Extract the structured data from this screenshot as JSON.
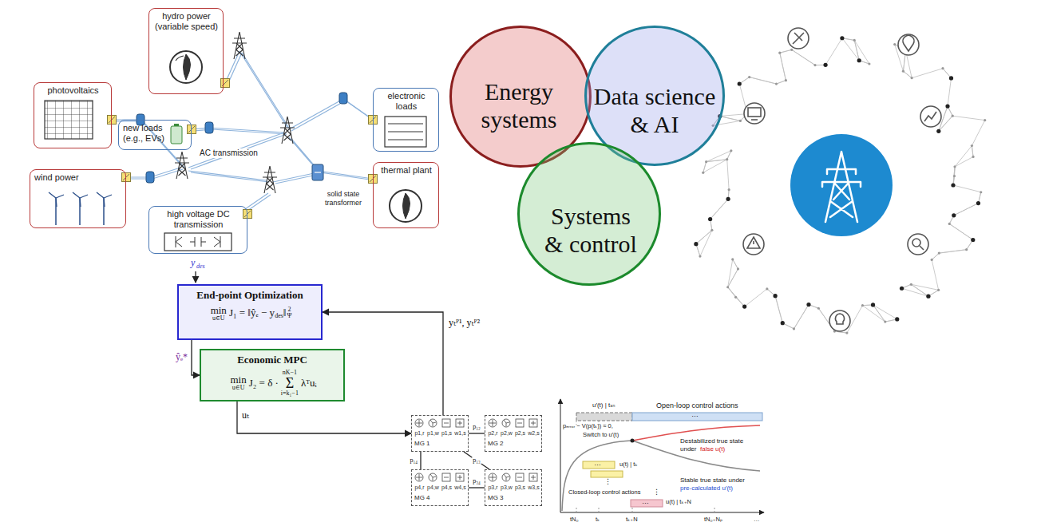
{
  "diagram": {
    "nodes": [
      {
        "text": [
          "hydro power (variable speed)"
        ]
      },
      {
        "text": [
          "photovoltaics"
        ]
      },
      {
        "text": [
          "new loads (e.g., EVs)"
        ]
      },
      {
        "text": [
          "electronic loads"
        ]
      },
      {
        "text": [
          "thermal plant"
        ]
      },
      {
        "text": [
          "wind power"
        ]
      },
      {
        "text": [
          "high voltage DC transmission"
        ]
      },
      {
        "text": [
          "Energy systems"
        ]
      },
      {
        "text": [
          "Data science & AI"
        ]
      },
      {
        "text": [
          "Systems & control"
        ]
      },
      {
        "text": [
          "End-point Optimization",
          "min",
          "u∈U",
          "J₁ = ‖ŷₑ − y",
          "des",
          "‖",
          "2",
          "Ψ"
        ]
      },
      {
        "text": [
          "Economic MPC",
          "min",
          "u∈U",
          "J₂ = δ ·",
          "Σ",
          "nK−1",
          "i=k₁−1",
          "λᵀuᵢ"
        ]
      },
      {
        "text": [
          "MG 1",
          "p1,r",
          "p1,w",
          "p1,s",
          "w1,s"
        ]
      },
      {
        "text": [
          "MG 2",
          "p2,r",
          "p2,w",
          "p2,s",
          "w2,s"
        ]
      },
      {
        "text": [
          "MG 4",
          "p4,r",
          "p4,w",
          "p4,s",
          "w4,s"
        ]
      },
      {
        "text": [
          "MG 3",
          "p3,r",
          "p3,w",
          "p3,s",
          "w3,s"
        ]
      }
    ],
    "edges": [
      {
        "from": 10,
        "to": 11,
        "label": "ŷₑ*",
        "arrow": "to"
      },
      {
        "from": 11,
        "to": 12,
        "label": "uₜ",
        "arrow": "to"
      },
      {
        "from": 12,
        "to": 10,
        "label": "yₜᴾ¹, yₜᴾ²",
        "arrow": "to"
      },
      {
        "from": 12,
        "to": 13,
        "label": "p₁₂",
        "arrow": "none"
      },
      {
        "from": 12,
        "to": 14,
        "label": "p₁₄",
        "arrow": "none"
      },
      {
        "from": 12,
        "to": 15,
        "label": "p₁₃",
        "arrow": "none"
      },
      {
        "from": 14,
        "to": 15,
        "label": "p₃₄",
        "arrow": "none"
      }
    ],
    "labels": [
      "AC transmission",
      "solid state transformer",
      "y",
      "des",
      "u′(t) | tₛₙ",
      "Open-loop control actions",
      "…",
      "pₑᵣᵣₒᵣ − V(p(tₖ)) ≈ 0,",
      "Switch to u′(t)",
      "Destabilized true state",
      "under",
      "false u(t)",
      "Stable true state under",
      "pre-calculated u′(t)",
      "…",
      "u(t) | tₖ",
      "⋮",
      "⋮",
      "Closed-loop control actions",
      "u(t) | tₖ₊N",
      "…",
      "tN₀",
      "tₖ",
      "tₖ₊N",
      "tN₀₊Nₚ",
      "…"
    ]
  }
}
